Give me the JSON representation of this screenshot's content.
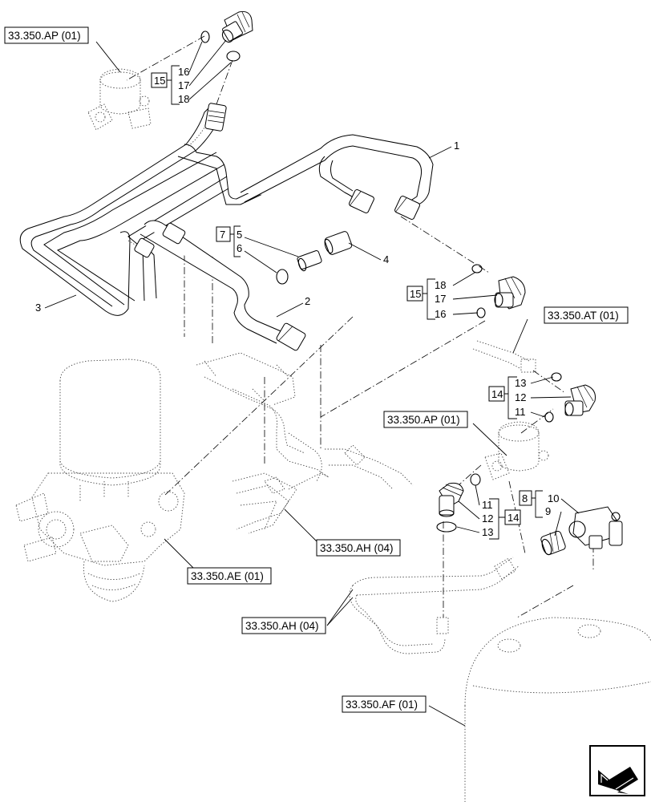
{
  "references": {
    "valve_top": "33.350.AP (01)",
    "valve_mid": "33.350.AP (01)",
    "tube_right": "33.350.AT (01)",
    "dryer": "33.350.AE (01)",
    "harness_a": "33.350.AH (04)",
    "harness_b": "33.350.AH (04)",
    "tank": "33.350.AF (01)"
  },
  "kits": {
    "k15_top": {
      "box": "15",
      "items": [
        "16",
        "17",
        "18"
      ]
    },
    "k7": {
      "box": "7",
      "items": [
        "5",
        "6"
      ]
    },
    "k15_mid": {
      "box": "15",
      "items": [
        "18",
        "17",
        "16"
      ]
    },
    "k14_right": {
      "box": "14",
      "items": [
        "13",
        "12",
        "11"
      ]
    },
    "k14_mid": {
      "box": "14",
      "items": [
        "11",
        "12",
        "13"
      ]
    },
    "k8": {
      "box": "8",
      "items": [
        "10",
        "9"
      ]
    }
  },
  "callouts": {
    "c1": "1",
    "c2": "2",
    "c3": "3",
    "c4": "4"
  },
  "icons": {
    "nav": "back-arrow-icon"
  }
}
